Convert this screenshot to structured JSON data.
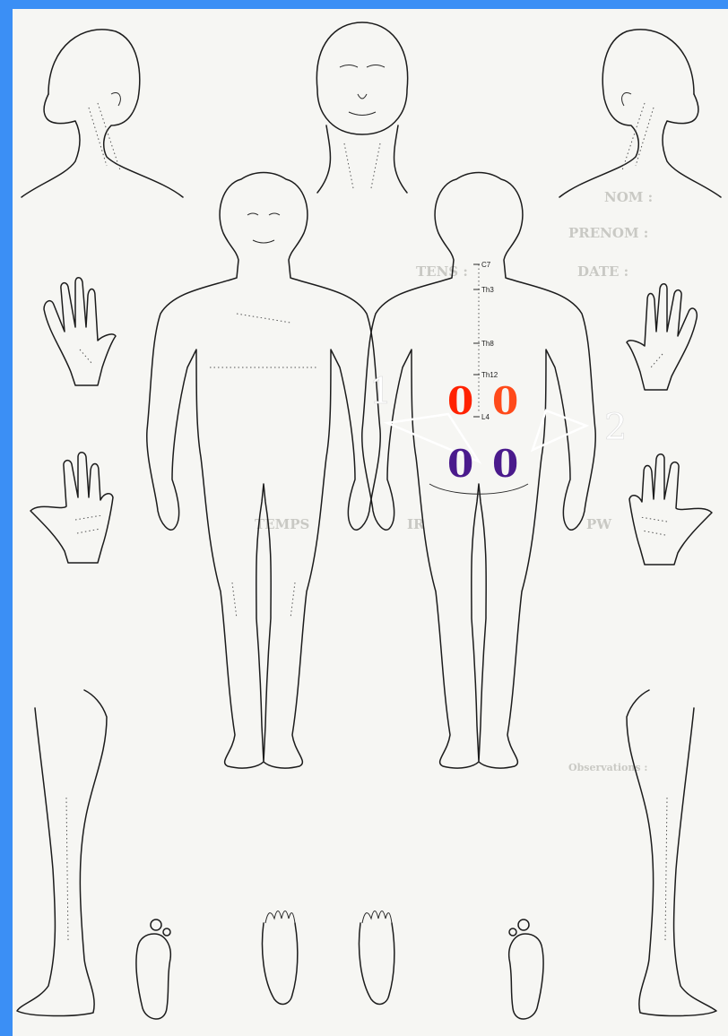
{
  "form_fields": {
    "nom": "NOM :",
    "prenom": "PRENOM :",
    "date": "DATE :",
    "tens": "TENS :",
    "temps": "TEMPS",
    "ir": "IR",
    "pw": "PW",
    "observations": "Observations :"
  },
  "spine_levels": [
    "C7",
    "Th3",
    "Th8",
    "Th12",
    "L4"
  ],
  "markers": [
    {
      "symbol": "0",
      "color": "#ff2200"
    },
    {
      "symbol": "0",
      "color": "#ff4a1a"
    },
    {
      "symbol": "0",
      "color": "#4a1a8c"
    },
    {
      "symbol": "0",
      "color": "#4a1a8c"
    }
  ],
  "labels": {
    "one": "1",
    "two": "2"
  },
  "colors": {
    "frame_border": "#3b8ff5",
    "paper": "#f6f6f3",
    "marker_red": "#ff2200",
    "marker_purple": "#4a1a8c"
  }
}
